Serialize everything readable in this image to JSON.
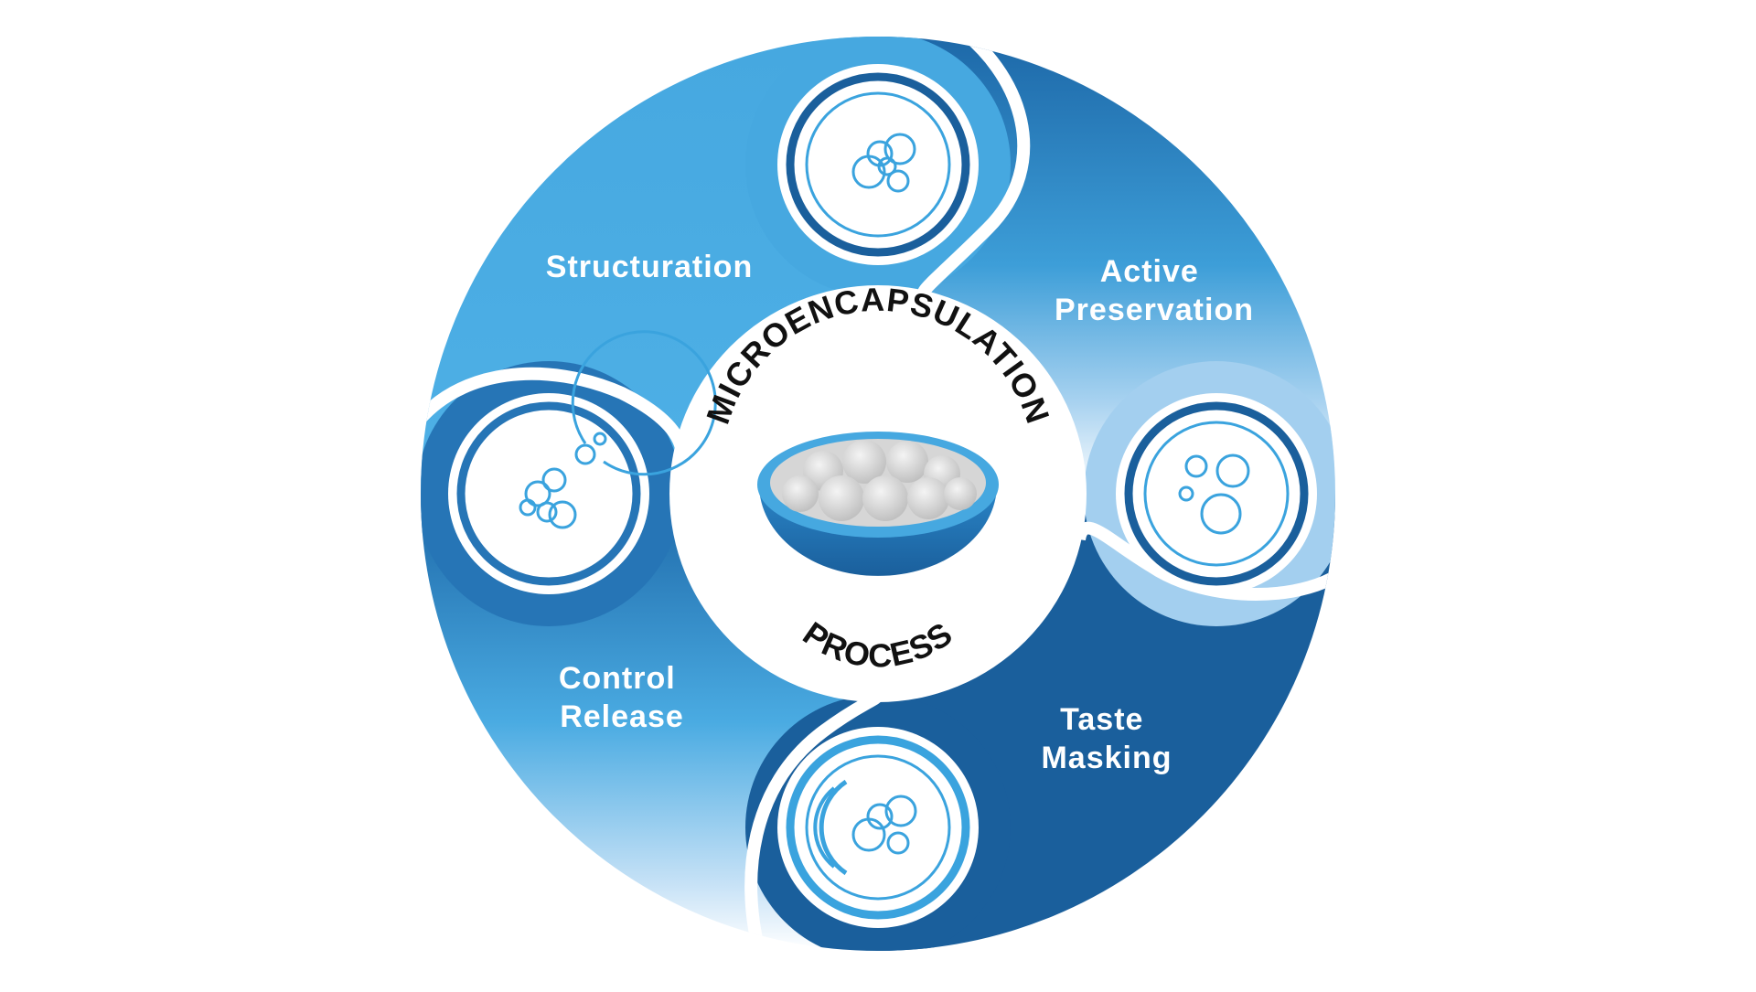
{
  "diagram": {
    "center_top_text": "MICROENCAPSULATION",
    "center_bottom_text": "PROCESS",
    "segments": [
      {
        "id": "structuration",
        "lines": [
          "Structuration"
        ]
      },
      {
        "id": "active-preservation",
        "lines": [
          "Active",
          "Preservation"
        ]
      },
      {
        "id": "taste-masking",
        "lines": [
          "Taste",
          "Masking"
        ]
      },
      {
        "id": "control-release",
        "lines": [
          "Control",
          "Release"
        ]
      }
    ],
    "icons": [
      "bubbles-cluster-icon",
      "scattered-bubbles-icon",
      "shielded-bubbles-icon",
      "releasing-bubbles-icon",
      "capsule-bowl-icon"
    ],
    "colors": {
      "light_blue": "#4aabe2",
      "dark_blue": "#1a5f9c",
      "mid_blue": "#2a7fc0",
      "white": "#ffffff",
      "text_dark": "#111111",
      "icon_stroke": "#3aa3de"
    }
  }
}
